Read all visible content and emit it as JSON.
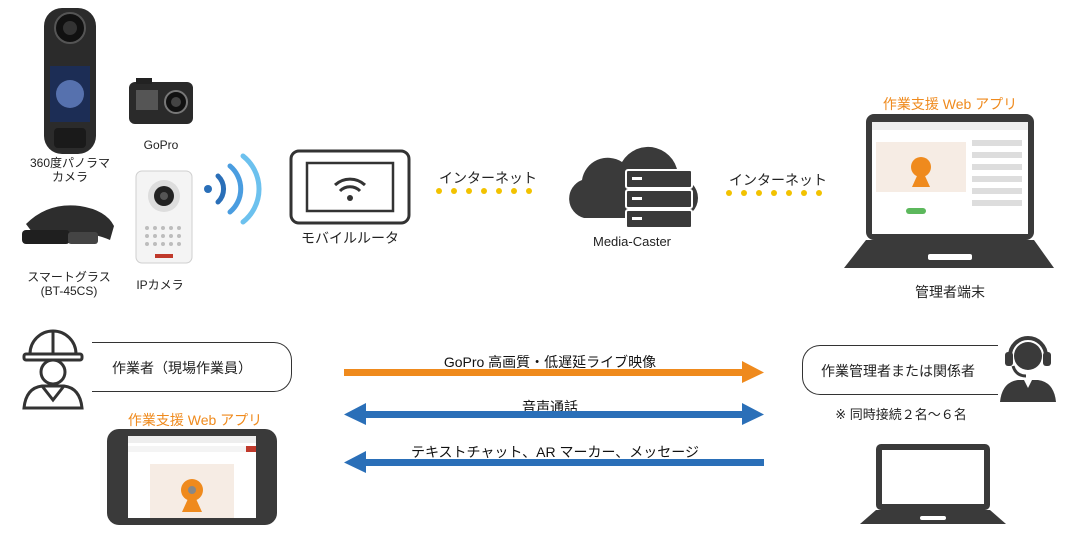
{
  "devices": {
    "camera360": "360度パノラマ\nカメラ",
    "gopro": "GoPro",
    "smartglass": "スマートグラス\n(BT-45CS)",
    "ipcamera": "IPカメラ"
  },
  "network": {
    "router_label": "モバイルルータ",
    "internet_left": "インターネット",
    "internet_right": "インターネット",
    "server_label": "Media-Caster"
  },
  "admin": {
    "app_title": "作業支援 Web アプリ",
    "terminal_label": "管理者端末"
  },
  "worker": {
    "label": "作業者（現場作業員）",
    "app_title": "作業支援 Web アプリ"
  },
  "manager": {
    "label": "作業管理者または関係者",
    "note": "※ 同時接続２名～６名"
  },
  "flows": {
    "video": "GoPro 高画質・低遅延ライブ映像",
    "audio": "音声通話",
    "text": "テキストチャット、AR マーカー、メッセージ"
  },
  "colors": {
    "orange": "#ef8a1d",
    "blue": "#2a6fb8",
    "dots": "#f2c200",
    "device_dark": "#3a3a3a"
  }
}
